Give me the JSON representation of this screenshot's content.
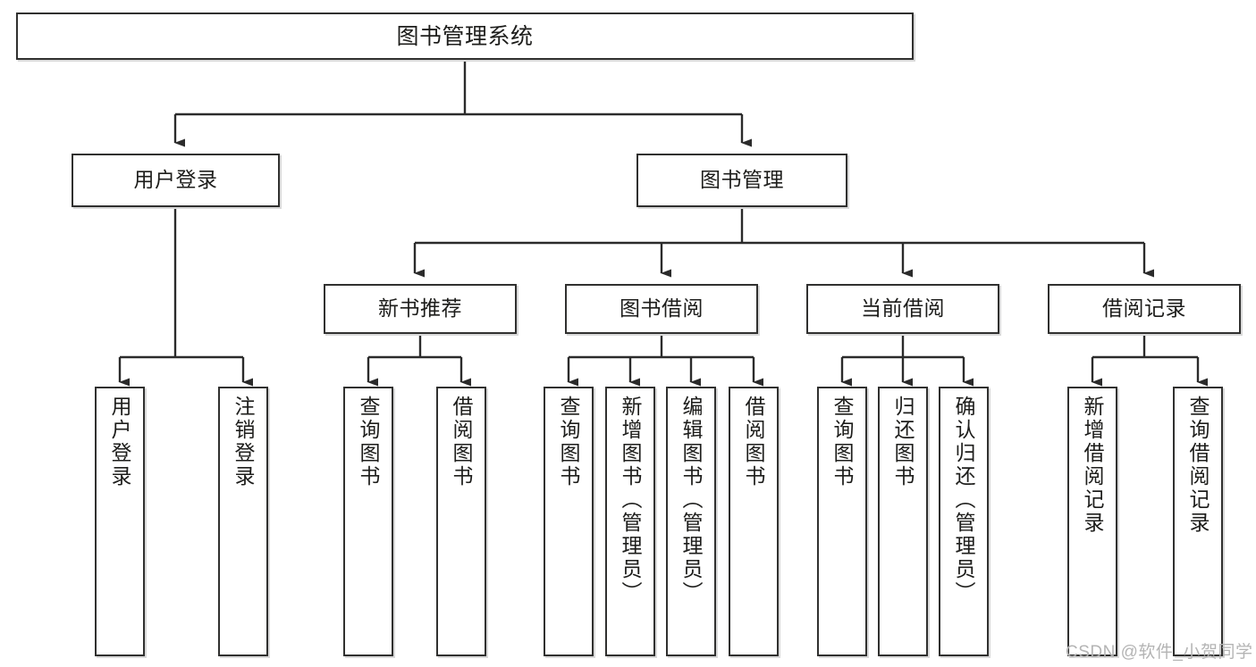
{
  "diagram": {
    "title": "图书管理系统",
    "type": "功能结构图",
    "watermark": "CSDN @软件_小贺同学",
    "colors": {
      "box_border": "#30302f",
      "box_fill": "#ffffff",
      "edge": "#2b2b2b",
      "text": "#1d1d1b",
      "watermark": "#b4b4b4",
      "background": "#ffffff"
    },
    "root": {
      "label": "图书管理系统"
    },
    "level2": [
      {
        "label": "用户登录"
      },
      {
        "label": "图书管理"
      }
    ],
    "level3": [
      {
        "label": "新书推荐"
      },
      {
        "label": "图书借阅"
      },
      {
        "label": "当前借阅"
      },
      {
        "label": "借阅记录"
      }
    ],
    "leaves": {
      "user_login": [
        {
          "label": "用户登录"
        },
        {
          "label": "注销登录"
        }
      ],
      "new_book": [
        {
          "label": "查询图书"
        },
        {
          "label": "借阅图书"
        }
      ],
      "book_borrow": [
        {
          "label": "查询图书"
        },
        {
          "label": "新增图书（管理员）"
        },
        {
          "label": "编辑图书（管理员）"
        },
        {
          "label": "借阅图书"
        }
      ],
      "current_borrow": [
        {
          "label": "查询图书"
        },
        {
          "label": "归还图书"
        },
        {
          "label": "确认归还（管理员）"
        }
      ],
      "borrow_record": [
        {
          "label": "新增借阅记录"
        },
        {
          "label": "查询借阅记录"
        }
      ]
    }
  }
}
